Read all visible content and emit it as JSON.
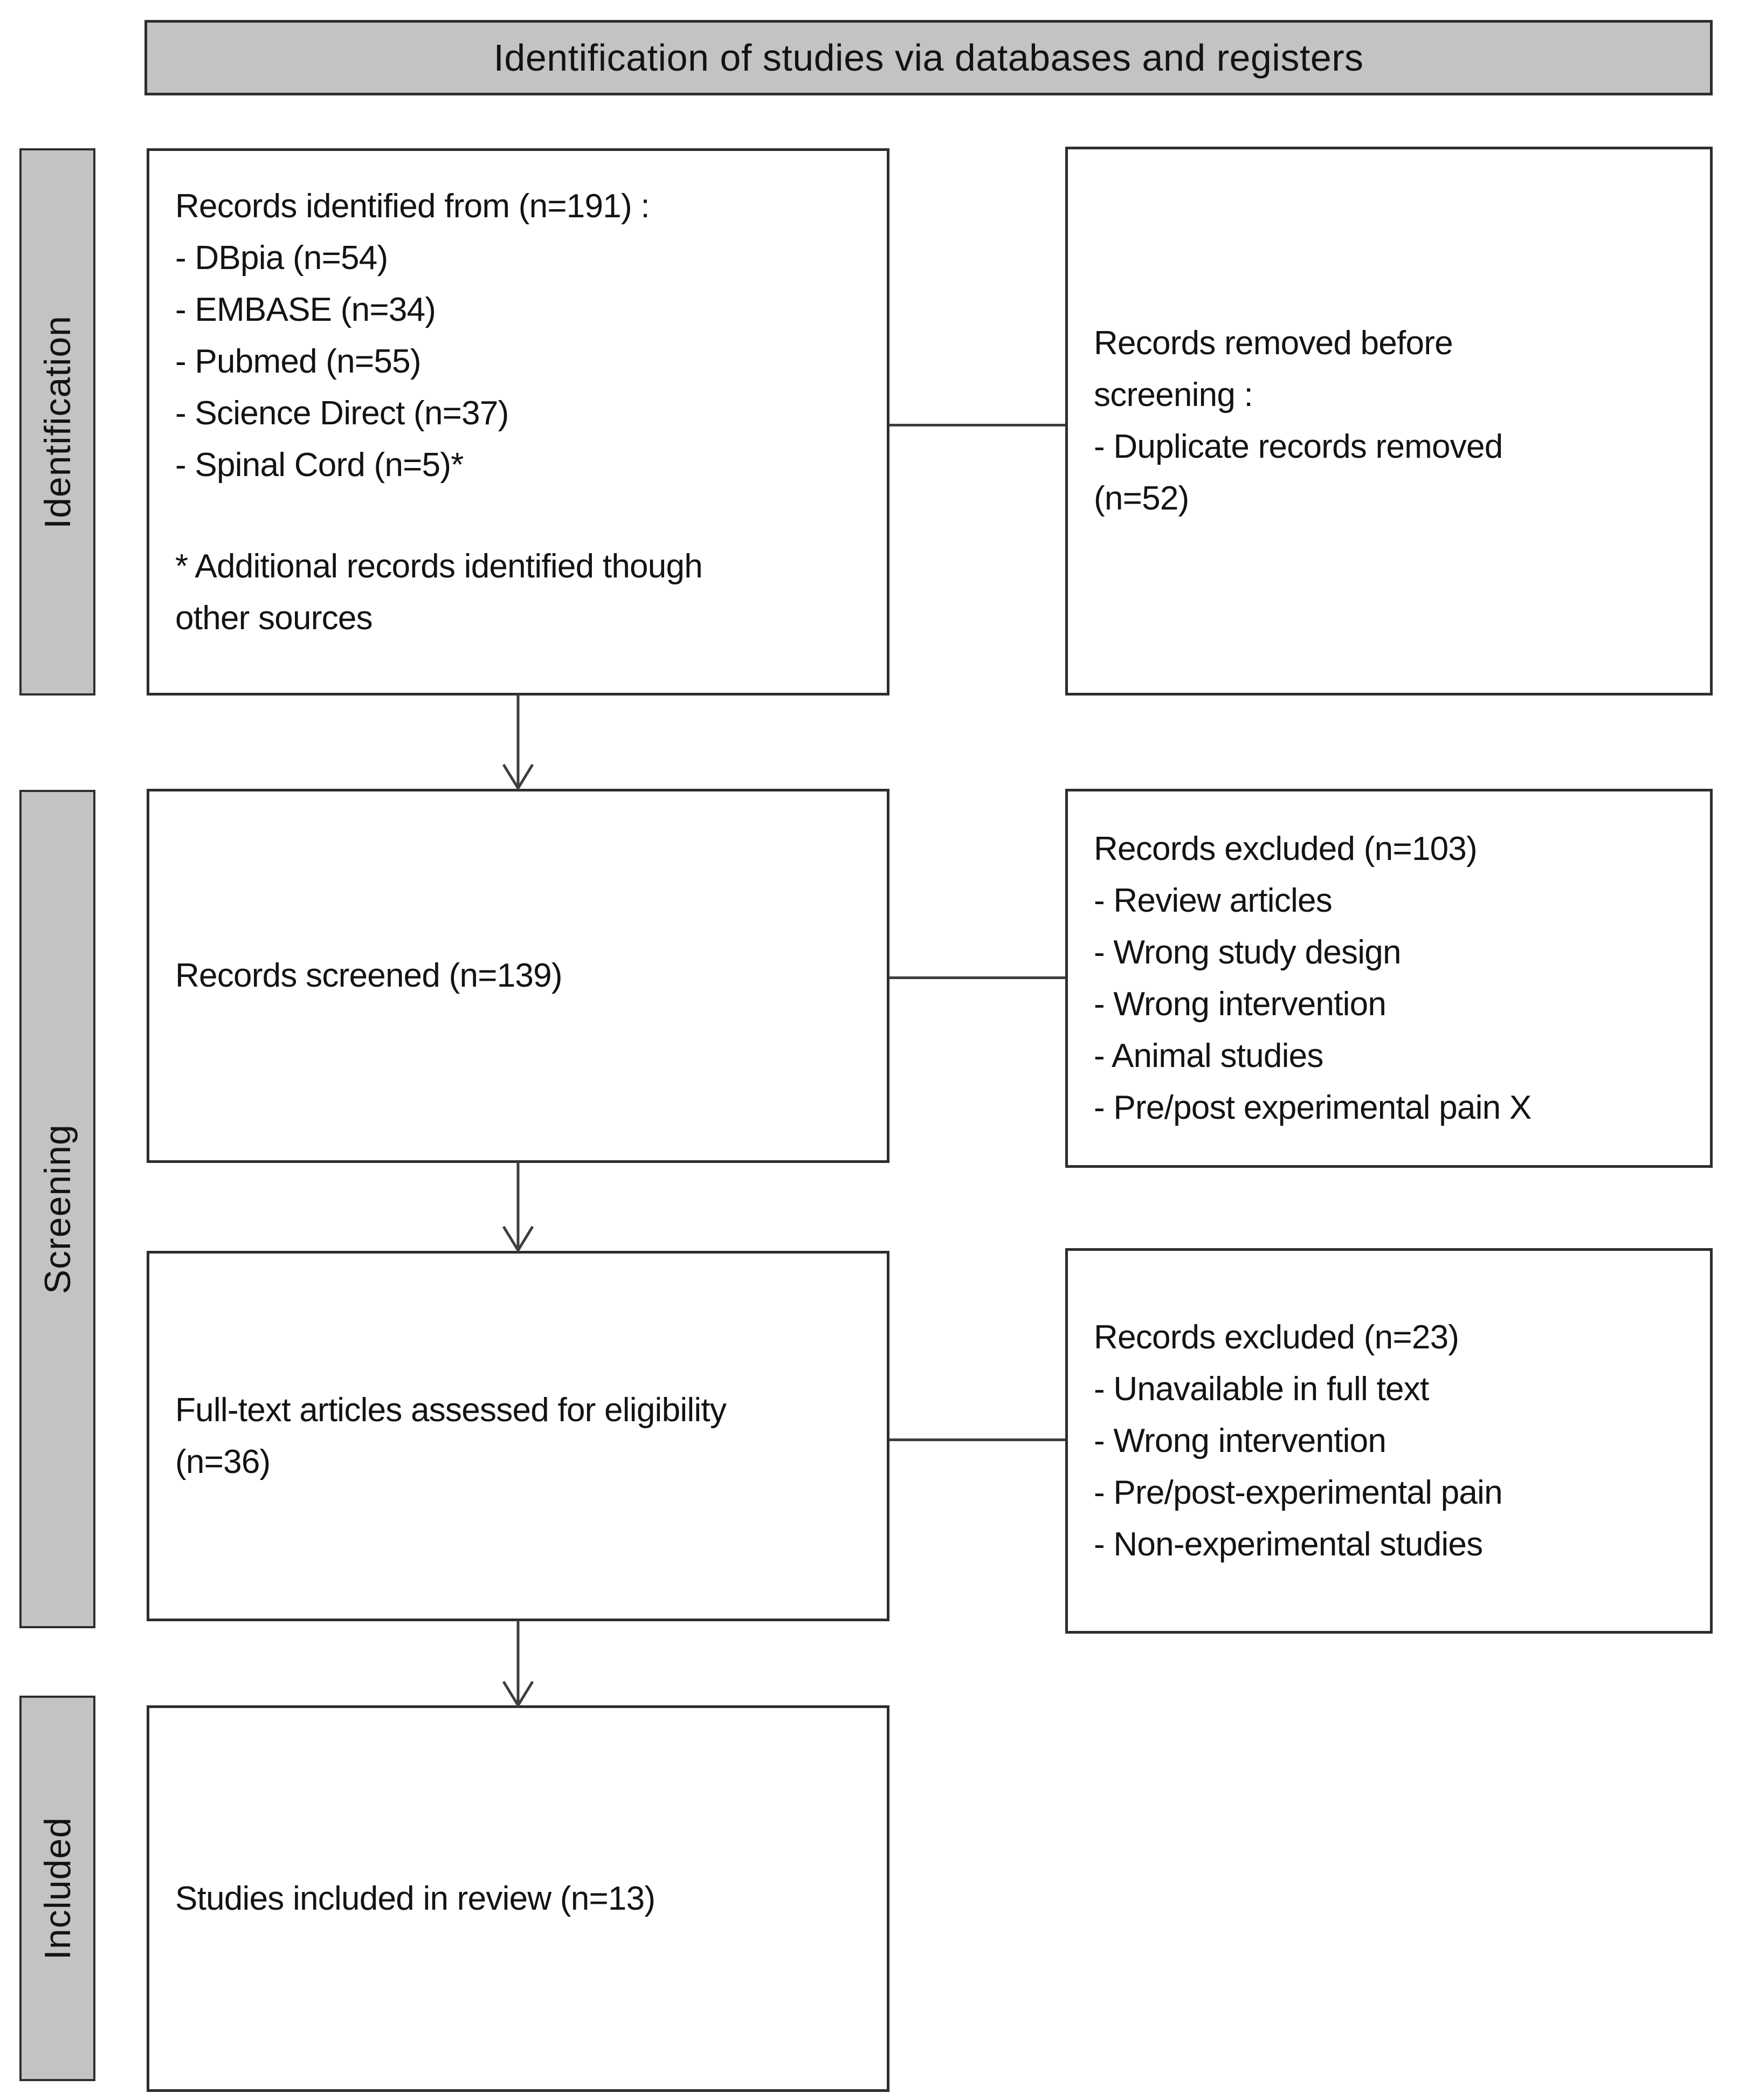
{
  "title": "Identification of studies via databases and registers",
  "stages": {
    "identification": "Identification",
    "screening": "Screening",
    "included": "Included"
  },
  "boxes": {
    "records_identified": {
      "title": "Records identified from (n=191) :",
      "items": [
        "- DBpia (n=54)",
        "- EMBASE (n=34)",
        "- Pubmed (n=55)",
        "- Science Direct (n=37)",
        "- Spinal Cord (n=5)*"
      ],
      "footnote": [
        "* Additional records identified though",
        "other sources"
      ]
    },
    "records_removed": {
      "lines": [
        "Records removed before",
        "screening :",
        "- Duplicate records removed",
        "(n=52)"
      ]
    },
    "records_screened": {
      "title": "Records screened (n=139)"
    },
    "records_excluded_screening": {
      "title": "Records excluded (n=103)",
      "items": [
        "- Review articles",
        "- Wrong study design",
        "- Wrong intervention",
        "- Animal studies",
        "- Pre/post experimental pain X"
      ]
    },
    "fulltext_assessed": {
      "lines": [
        "Full-text articles assessed for eligibility",
        "(n=36)"
      ]
    },
    "records_excluded_eligibility": {
      "title": "Records excluded (n=23)",
      "items": [
        "- Unavailable in full text",
        "- Wrong intervention",
        "- Pre/post-experimental pain",
        "- Non-experimental studies"
      ]
    },
    "studies_included": {
      "title": "Studies included in review (n=13)"
    }
  },
  "colors": {
    "band_fill": "#c3c3c3",
    "box_border": "#2e2e2e",
    "connector": "#3e3e3e",
    "text": "#131313",
    "background": "#ffffff"
  }
}
